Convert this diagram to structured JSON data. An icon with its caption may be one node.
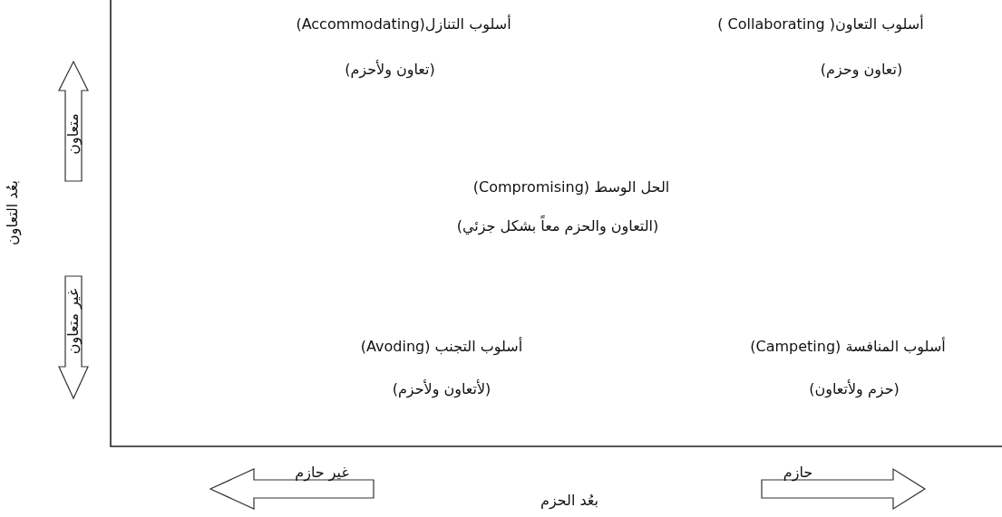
{
  "diagram": {
    "nodes": [
      {
        "text": [
          "متعاون"
        ]
      },
      {
        "text": [
          "غير متعاون"
        ]
      },
      {
        "text": [
          "غير حازم"
        ]
      },
      {
        "text": [
          "حازم"
        ]
      }
    ],
    "labels": [
      "أسلوب التنازل(Accommodating)",
      "أسلوب التعاون( Collaborating )",
      "(تعاون ولأحزم)",
      "(تعاون وحزم)",
      "بعُد التعاون",
      "الحل الوسط (Compromising)",
      "(التعاون والحزم معاً بشكل جزئي)",
      "أسلوب التجنب (Avoding)",
      "أسلوب المنافسة (Campeting)",
      "(لأتعاون ولأحزم)",
      "(حزم ولأتعاون)",
      "بعُد الحزم"
    ]
  }
}
